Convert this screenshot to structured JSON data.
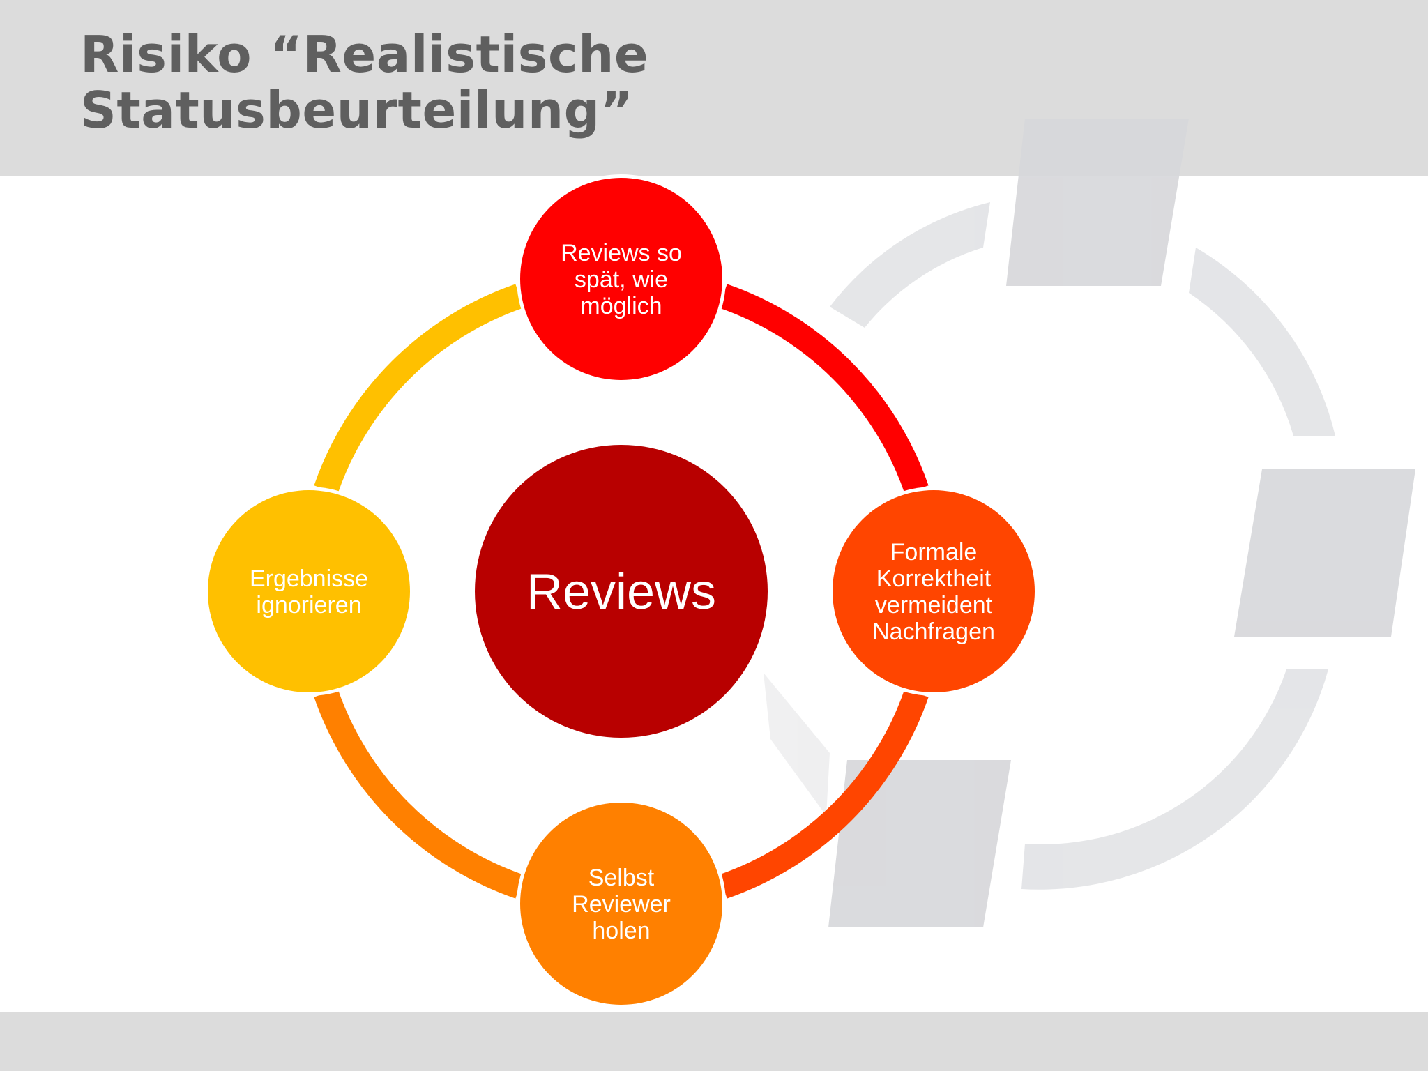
{
  "title": {
    "line1": "Risiko “Realistische",
    "line2": "Statusbeurteilung”"
  },
  "diagram": {
    "center": {
      "label": "Reviews",
      "color": "#b80000"
    },
    "nodes": [
      {
        "id": "top",
        "lines": [
          "Reviews so",
          "spät, wie",
          "möglich"
        ],
        "color": "#ff0000",
        "text_color": "#ffffff"
      },
      {
        "id": "right",
        "lines": [
          "Formale",
          "Korrektheit",
          "vermeident",
          "Nachfragen"
        ],
        "color": "#ff4500",
        "text_color": "#ffffff"
      },
      {
        "id": "bottom",
        "lines": [
          "Selbst",
          "Reviewer",
          "holen"
        ],
        "color": "#ff8000",
        "text_color": "#ffffff"
      },
      {
        "id": "left",
        "lines": [
          "Ergebnisse",
          "ignorieren"
        ],
        "color": "#ffc000",
        "text_color": "#111111"
      }
    ],
    "arcs": [
      {
        "from": "top",
        "to": "right",
        "color": "#ff0000"
      },
      {
        "from": "right",
        "to": "bottom",
        "color": "#ff4500"
      },
      {
        "from": "bottom",
        "to": "left",
        "color": "#ff8000"
      },
      {
        "from": "left",
        "to": "top",
        "color": "#ffc000"
      }
    ]
  },
  "colors": {
    "band": "#dcdcdc",
    "title": "#5f5f5f",
    "watermark": "#e2e3e6"
  }
}
